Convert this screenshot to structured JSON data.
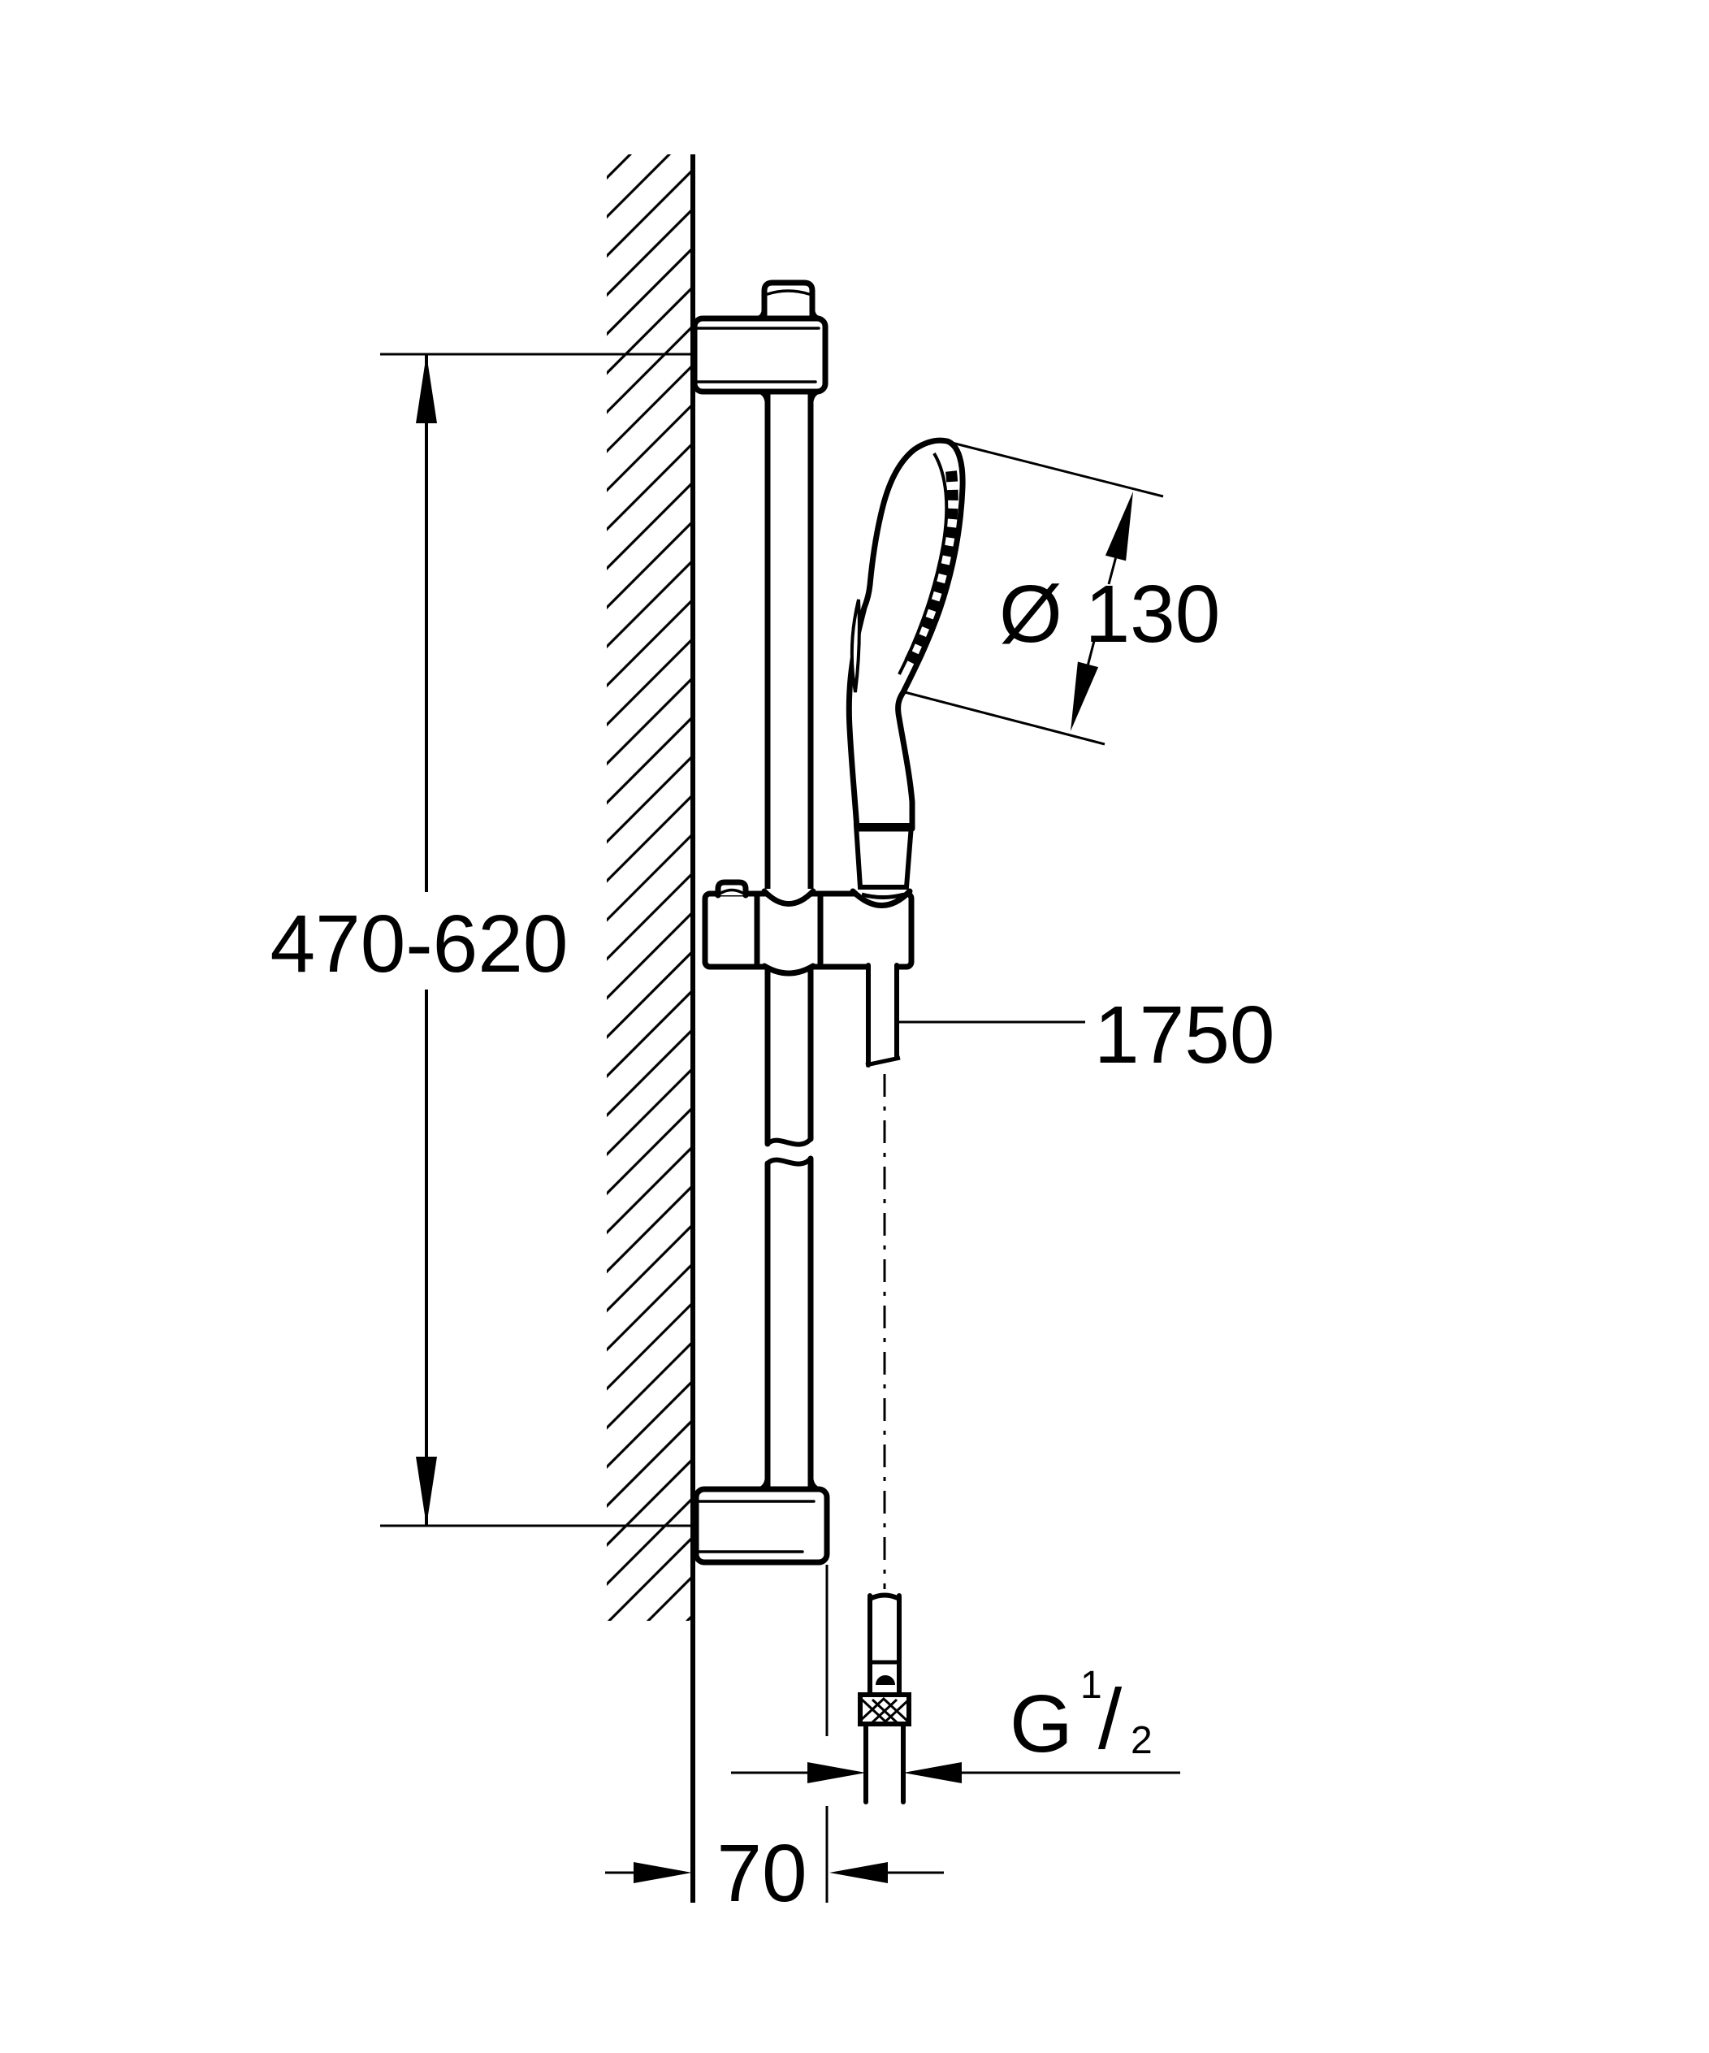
{
  "meta": {
    "paper_color": "#ffffff",
    "ink_color": "#000000",
    "drawing_type": "technical dimension drawing",
    "subject": "wall-mounted shower slide rail set with hand shower, hose and wall supply elbow (side view)"
  },
  "dimensions": {
    "rail_height_range": "470-620",
    "head_diameter": "Ø 130",
    "hose_length": "1750",
    "wall_offset": "70",
    "thread_size": {
      "full": "G 1/2",
      "base": "G",
      "numerator": "1",
      "slash": "/",
      "denominator": "2"
    }
  },
  "icons": {
    "wall_hatching": "diagonal-hatch-pattern",
    "spray_icon": "small-shower-spray-glyph",
    "knurled_nut": "cross-hatch-knurl",
    "arrows": "filled-triangle-dimension-arrows"
  }
}
